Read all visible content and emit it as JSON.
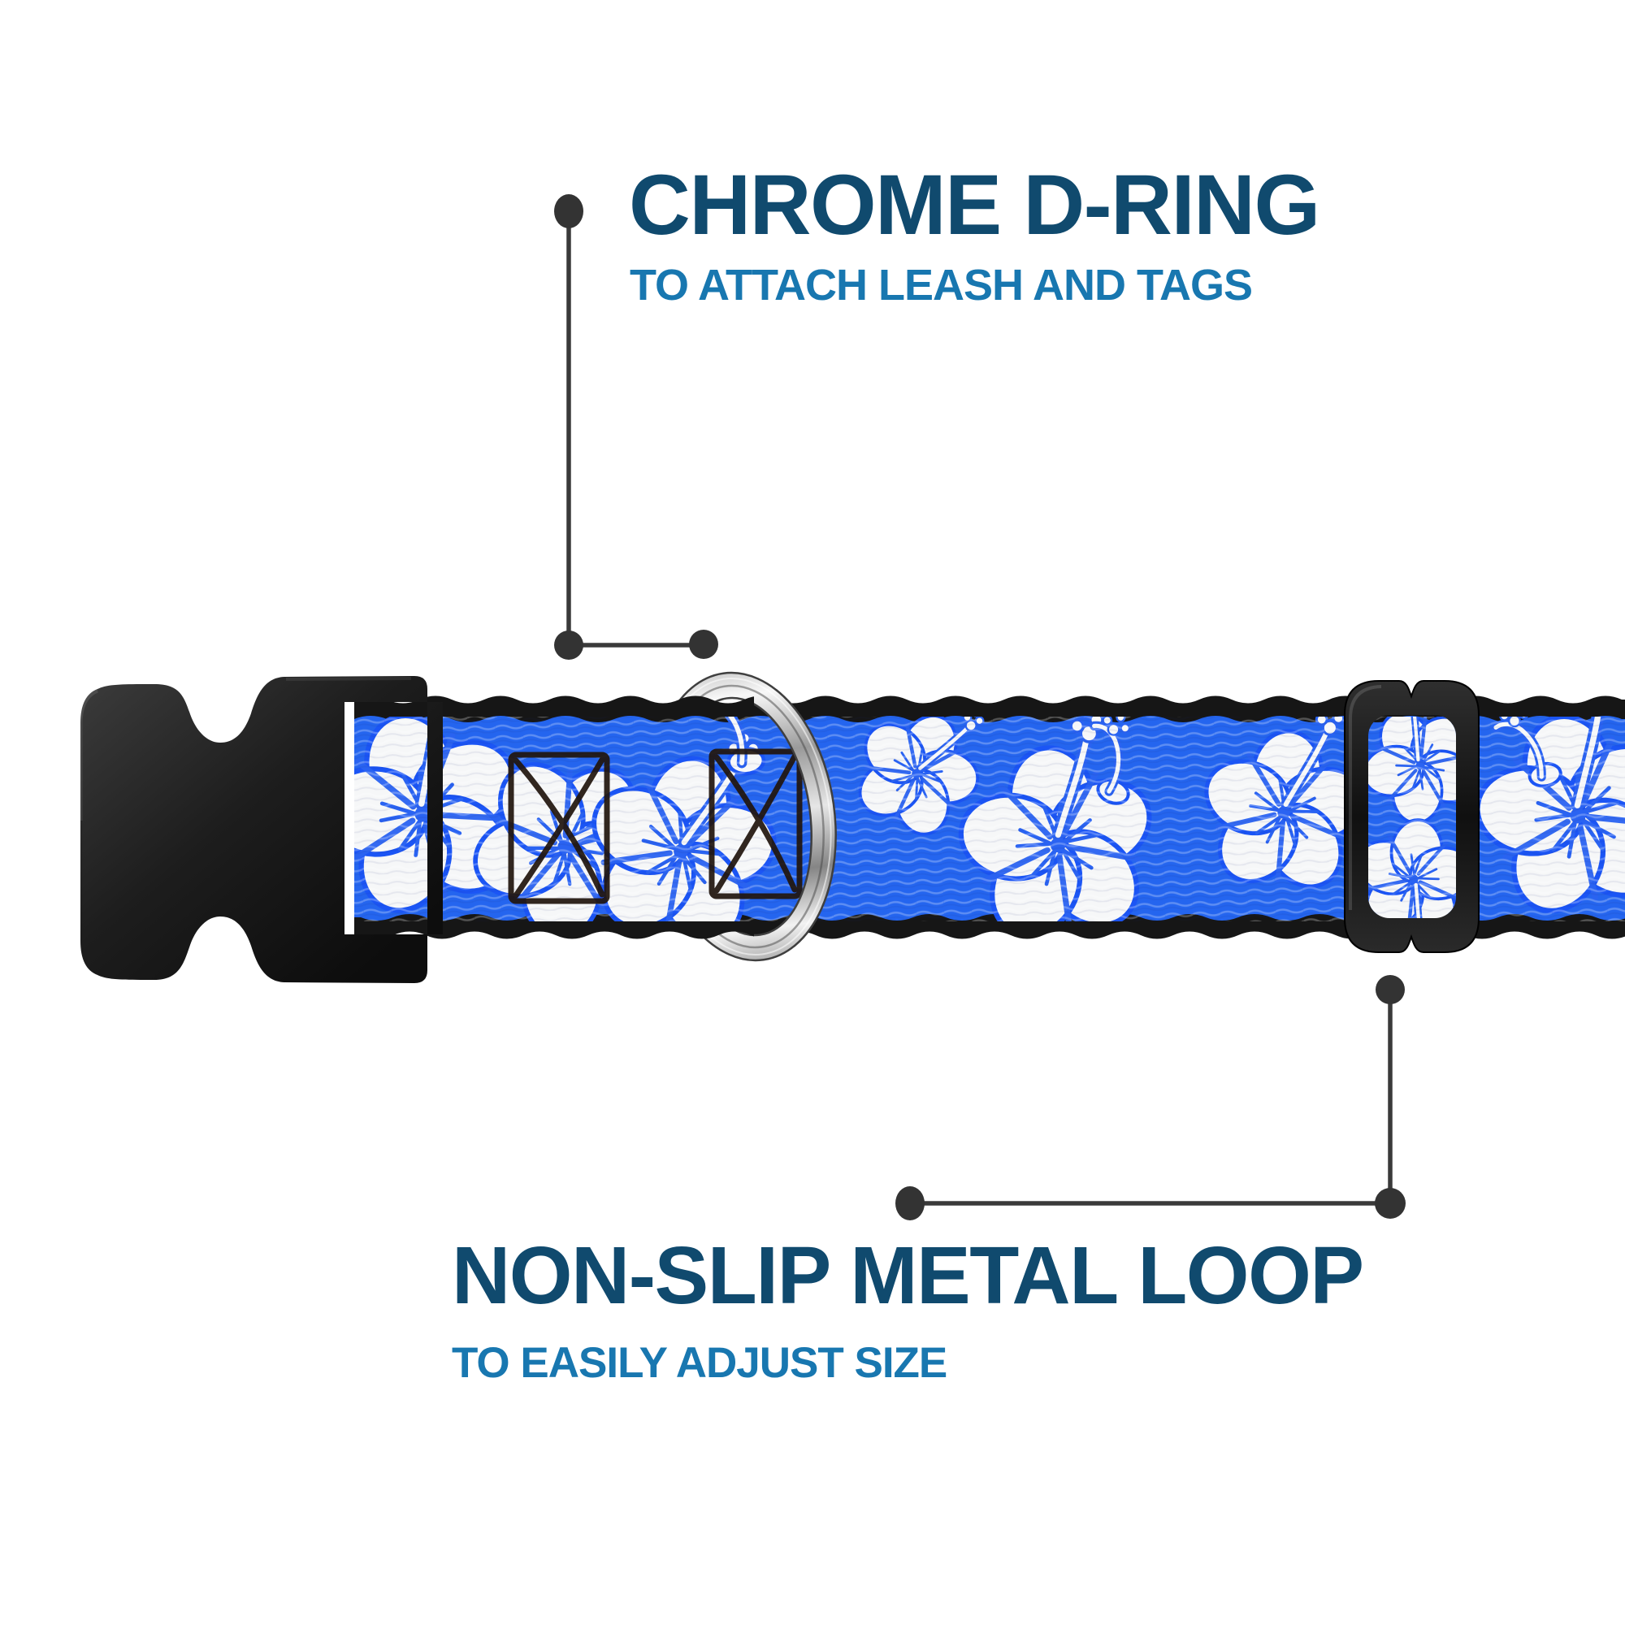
{
  "image": {
    "description": "Dog collar product infographic with callouts",
    "background": "#ffffff"
  },
  "callouts": {
    "dring": {
      "title": "CHROME D-RING",
      "subtitle": "TO ATTACH LEASH AND TAGS"
    },
    "metal_loop": {
      "title": "NON-SLIP METAL LOOP",
      "subtitle": "TO EASILY ADJUST SIZE"
    }
  },
  "parts": {
    "buckle": "black-plastic-side-release-buckle",
    "webbing": "blue-hibiscus-pattern-webbing",
    "dring": "chrome-d-ring",
    "slider": "black-metal-adjustment-loop",
    "stitching": "box-x-stitch"
  },
  "colors": {
    "title_text": "#104a6e",
    "subtitle_text": "#1877b0",
    "callout_line": "#3a3a3a",
    "callout_dot": "#333333",
    "webbing_blue": "#2465ef",
    "flower_white": "#f6f7f8",
    "flower_detail_blue": "#2a63f2",
    "webbing_edge_black": "#161616",
    "buckle_black": "#222222",
    "slider_black": "#181818",
    "chrome_light": "#f6f6f6",
    "chrome_dark": "#8c8c8c",
    "stitch_thread": "#21150d"
  }
}
